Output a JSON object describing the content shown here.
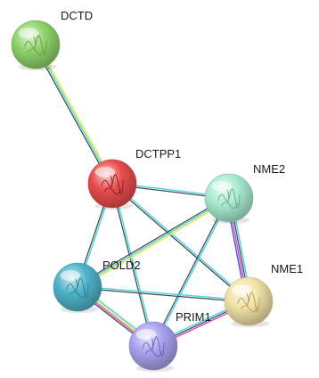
{
  "network": {
    "nodes": [
      {
        "id": "DCTD",
        "label": "DCTD",
        "color": "#8fd36a",
        "glyph": "#6d9a50"
      },
      {
        "id": "DCTPP1",
        "label": "DCTPP1",
        "color": "#e84d4d",
        "glyph": "#8a1f1f"
      },
      {
        "id": "NME2",
        "label": "NME2",
        "color": "#a8ecd0",
        "glyph": "#6aa58c"
      },
      {
        "id": "POLD2",
        "label": "POLD2",
        "color": "#4fb3c9",
        "glyph": "#2f7f96"
      },
      {
        "id": "NME1",
        "label": "NME1",
        "color": "#f2e3a6",
        "glyph": "#b39b55"
      },
      {
        "id": "PRIM1",
        "label": "PRIM1",
        "color": "#a9a2ee",
        "glyph": "#6a62b8"
      }
    ],
    "edge_colors": {
      "cyan": "#4fd6e8",
      "dark": "#4a4a4a",
      "yellow": "#e6e63c",
      "magenta": "#d24fd2",
      "blue": "#4a62d6"
    },
    "edges": [
      {
        "from": "DCTD",
        "to": "DCTPP1",
        "channels": [
          "yellow",
          "cyan",
          "dark"
        ]
      },
      {
        "from": "DCTPP1",
        "to": "NME2",
        "channels": [
          "cyan",
          "dark"
        ]
      },
      {
        "from": "DCTPP1",
        "to": "POLD2",
        "channels": [
          "cyan",
          "dark"
        ]
      },
      {
        "from": "DCTPP1",
        "to": "NME1",
        "channels": [
          "cyan",
          "dark"
        ]
      },
      {
        "from": "DCTPP1",
        "to": "PRIM1",
        "channels": [
          "cyan",
          "dark"
        ]
      },
      {
        "from": "NME2",
        "to": "NME1",
        "channels": [
          "cyan",
          "dark",
          "magenta",
          "blue"
        ]
      },
      {
        "from": "NME2",
        "to": "POLD2",
        "channels": [
          "yellow",
          "cyan",
          "dark"
        ]
      },
      {
        "from": "NME2",
        "to": "PRIM1",
        "channels": [
          "cyan",
          "dark"
        ]
      },
      {
        "from": "POLD2",
        "to": "NME1",
        "channels": [
          "cyan",
          "dark"
        ]
      },
      {
        "from": "POLD2",
        "to": "PRIM1",
        "channels": [
          "cyan",
          "yellow",
          "magenta",
          "dark"
        ]
      },
      {
        "from": "PRIM1",
        "to": "NME1",
        "channels": [
          "cyan",
          "dark",
          "magenta"
        ]
      }
    ]
  }
}
